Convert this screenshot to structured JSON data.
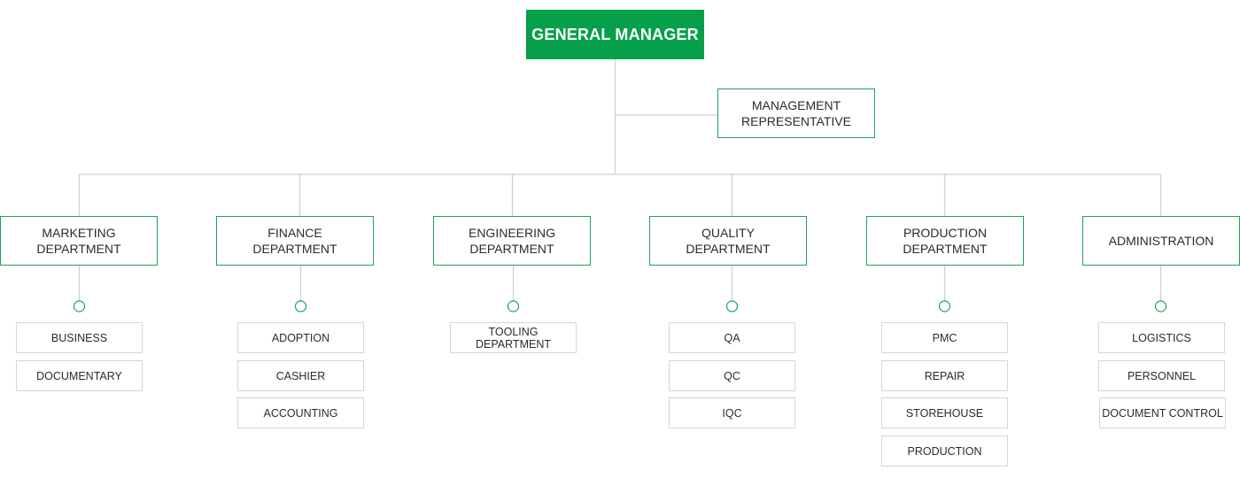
{
  "general_manager": "GENERAL MANAGER",
  "management_representative": "MANAGEMENT\nREPRESENTATIVE",
  "colors": {
    "accent": "#05a049",
    "border_green": "#22a157",
    "line_grey": "#cfcfcf",
    "sub_border": "#d6d6d6"
  },
  "departments": [
    {
      "label": "MARKETING\nDEPARTMENT",
      "subs": [
        "BUSINESS",
        "DOCUMENTARY"
      ]
    },
    {
      "label": "FINANCE\nDEPARTMENT",
      "subs": [
        "ADOPTION",
        "CASHIER",
        "ACCOUNTING"
      ]
    },
    {
      "label": "ENGINEERING\nDEPARTMENT",
      "subs": [
        "TOOLING DEPARTMENT"
      ]
    },
    {
      "label": "QUALITY\nDEPARTMENT",
      "subs": [
        "QA",
        "QC",
        "IQC"
      ]
    },
    {
      "label": "PRODUCTION\nDEPARTMENT",
      "subs": [
        "PMC",
        "REPAIR",
        "STOREHOUSE",
        "PRODUCTION"
      ]
    },
    {
      "label": "ADMINISTRATION",
      "subs": [
        "LOGISTICS",
        "PERSONNEL",
        "DOCUMENT CONTROL"
      ]
    }
  ]
}
